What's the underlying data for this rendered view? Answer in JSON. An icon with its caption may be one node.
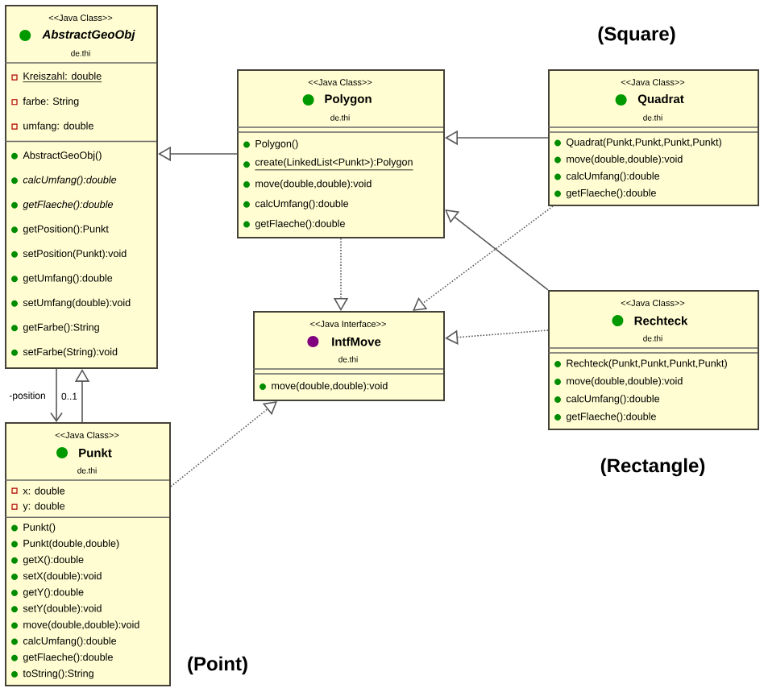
{
  "diagram": {
    "nodes": [
      {
        "text": [
          "<<Java Class>>",
          "AbstractGeoObj",
          "de.thi",
          "Kreiszahl: double",
          "farbe: String",
          "umfang: double",
          "AbstractGeoObj()",
          "calcUmfang():double",
          "getFlaeche():double",
          "getPosition():Punkt",
          "setPosition(Punkt):void",
          "getUmfang():double",
          "setUmfang(double):void",
          "getFarbe():String",
          "setFarbe(String):void"
        ]
      },
      {
        "text": [
          "<<Java Class>>",
          "Polygon",
          "de.thi",
          "Polygon()",
          "create(LinkedList<Punkt>):Polygon",
          "move(double,double):void",
          "calcUmfang():double",
          "getFlaeche():double"
        ]
      },
      {
        "text": [
          "<<Java Class>>",
          "Quadrat",
          "de.thi",
          "Quadrat(Punkt,Punkt,Punkt,Punkt)",
          "move(double,double):void",
          "calcUmfang():double",
          "getFlaeche():double"
        ]
      },
      {
        "text": [
          "<<Java Class>>",
          "Rechteck",
          "de.thi",
          "Rechteck(Punkt,Punkt,Punkt,Punkt)",
          "move(double,double):void",
          "calcUmfang():double",
          "getFlaeche():double"
        ]
      },
      {
        "text": [
          "<<Java Interface>>",
          "IntfMove",
          "de.thi",
          "move(double,double):void"
        ]
      },
      {
        "text": [
          "<<Java Class>>",
          "Punkt",
          "de.thi",
          "x: double",
          "y: double",
          "Punkt()",
          "Punkt(double,double)",
          "getX():double",
          "setX(double):void",
          "getY():double",
          "setY(double):void",
          "move(double,double):void",
          "calcUmfang():double",
          "getFlaeche():double",
          "toString():String"
        ]
      }
    ],
    "edges": [
      {
        "from": 1,
        "to": 0,
        "arrow": "to"
      },
      {
        "from": 5,
        "to": 0,
        "arrow": "to"
      },
      {
        "from": 0,
        "to": 5,
        "arrow": "to",
        "label": "-position"
      },
      {
        "from": 2,
        "to": 1,
        "arrow": "to"
      },
      {
        "from": 3,
        "to": 1,
        "arrow": "to"
      },
      {
        "from": 1,
        "to": 4,
        "arrow": "to",
        "style": "dashed"
      },
      {
        "from": 2,
        "to": 4,
        "arrow": "to",
        "style": "dashed"
      },
      {
        "from": 3,
        "to": 4,
        "arrow": "to",
        "style": "dashed"
      },
      {
        "from": 5,
        "to": 4,
        "arrow": "to",
        "style": "dashed"
      }
    ],
    "labels": [
      "0..1",
      "(Square)",
      "(Rectangle)",
      "(Point)"
    ]
  }
}
